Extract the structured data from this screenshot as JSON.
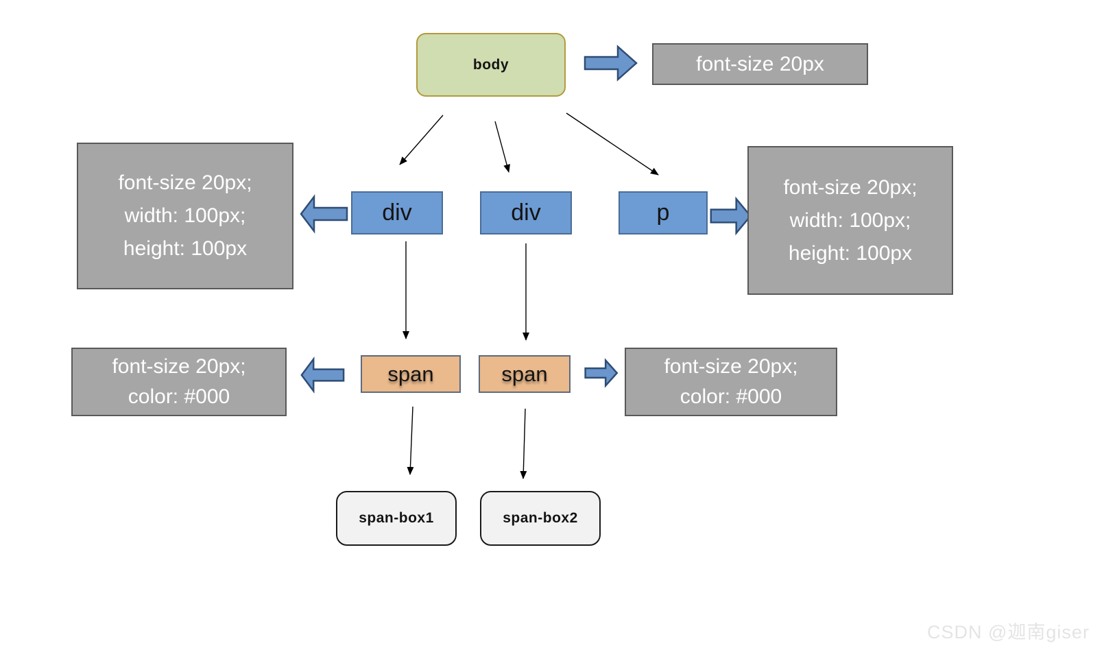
{
  "nodes": {
    "body": {
      "label": "body"
    },
    "div1": {
      "label": "div"
    },
    "div2": {
      "label": "div"
    },
    "p": {
      "label": "p"
    },
    "span1": {
      "label": "span"
    },
    "span2": {
      "label": "span"
    },
    "span_box1": {
      "label": "span-box1"
    },
    "span_box2": {
      "label": "span-box2"
    }
  },
  "notes": {
    "body_rule": {
      "lines": [
        "font-size 20px"
      ]
    },
    "div_rule_left": {
      "lines": [
        "font-size 20px;",
        "width: 100px;",
        "height: 100px"
      ]
    },
    "p_rule_right": {
      "lines": [
        "font-size 20px;",
        "width: 100px;",
        "height: 100px"
      ]
    },
    "span_rule_left": {
      "lines": [
        "font-size 20px;",
        "color: #000"
      ]
    },
    "span_rule_right": {
      "lines": [
        "font-size 20px;",
        "color: #000"
      ]
    }
  },
  "watermark": "CSDN @迦南giser",
  "colors": {
    "body_fill": "#cfddb0",
    "body_border": "#b39a3d",
    "node_fill": "#6d9bd3",
    "node_border": "#4a6d96",
    "span_fill": "#eab98c",
    "span_border": "#5d6b7d",
    "block_arrow_fill": "#6b96cc",
    "block_arrow_border": "#2f4d75",
    "note_fill": "#a6a6a6",
    "note_border": "#595959",
    "note_text": "#ffffff",
    "leaf_fill": "#f2f2f2",
    "leaf_border": "#1a1a1a",
    "connector": "#000000",
    "watermark_text": "#e4e4e4"
  }
}
